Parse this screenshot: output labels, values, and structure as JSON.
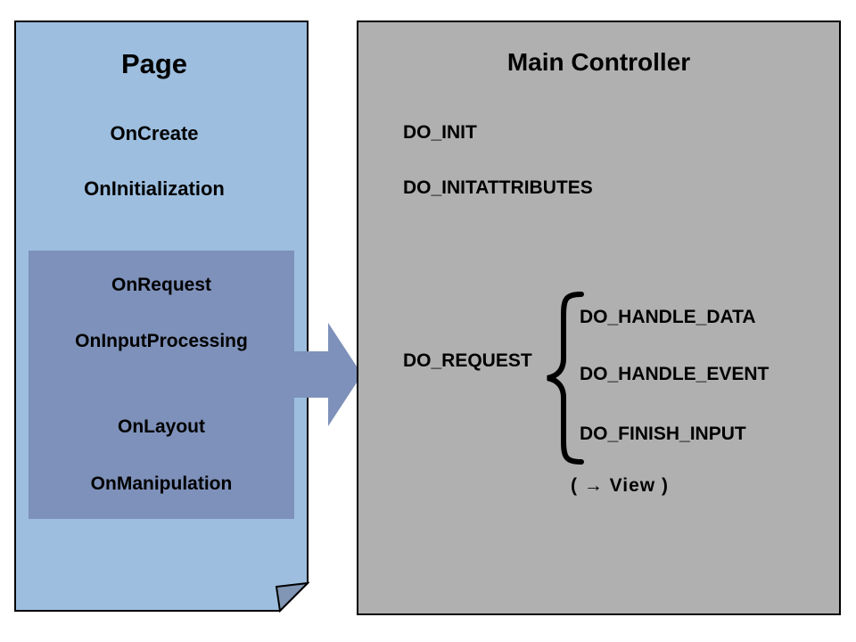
{
  "diagram": {
    "type": "two-panel-flow",
    "background": "#FFFFFF",
    "colors": {
      "page_fill": "#9DBEDF",
      "page_inner_fill": "#7E91BA",
      "controller_fill": "#B0B0B0",
      "arrow_fill": "#7E91BA",
      "outline": "#000000",
      "fold_fill": "#8196B4",
      "text": "#000000"
    }
  },
  "page_panel": {
    "title": "Page",
    "shape": "document-with-folded-corner",
    "methods": [
      {
        "label": "OnCreate"
      },
      {
        "label": "OnInitialization"
      }
    ],
    "inner_group": {
      "highlighted": true,
      "methods": [
        {
          "label": "OnRequest"
        },
        {
          "label": "OnInputProcessing"
        },
        {
          "label": "OnLayout"
        },
        {
          "label": "OnManipulation"
        }
      ]
    }
  },
  "flow_arrow": {
    "icon": "arrow-right-icon",
    "direction": "right",
    "from": "Page",
    "to": "Main Controller"
  },
  "controller_panel": {
    "title": "Main Controller",
    "steps": [
      {
        "label": "DO_INIT"
      },
      {
        "label": "DO_INITATTRIBUTES"
      },
      {
        "label": "DO_REQUEST"
      }
    ],
    "brace": {
      "icon": "curly-brace-icon",
      "opens_from": "DO_REQUEST"
    },
    "substeps": [
      {
        "label": "DO_HANDLE_DATA"
      },
      {
        "label": "DO_HANDLE_EVENT"
      },
      {
        "label": "DO_FINISH_INPUT"
      }
    ],
    "note": "( → View )"
  }
}
